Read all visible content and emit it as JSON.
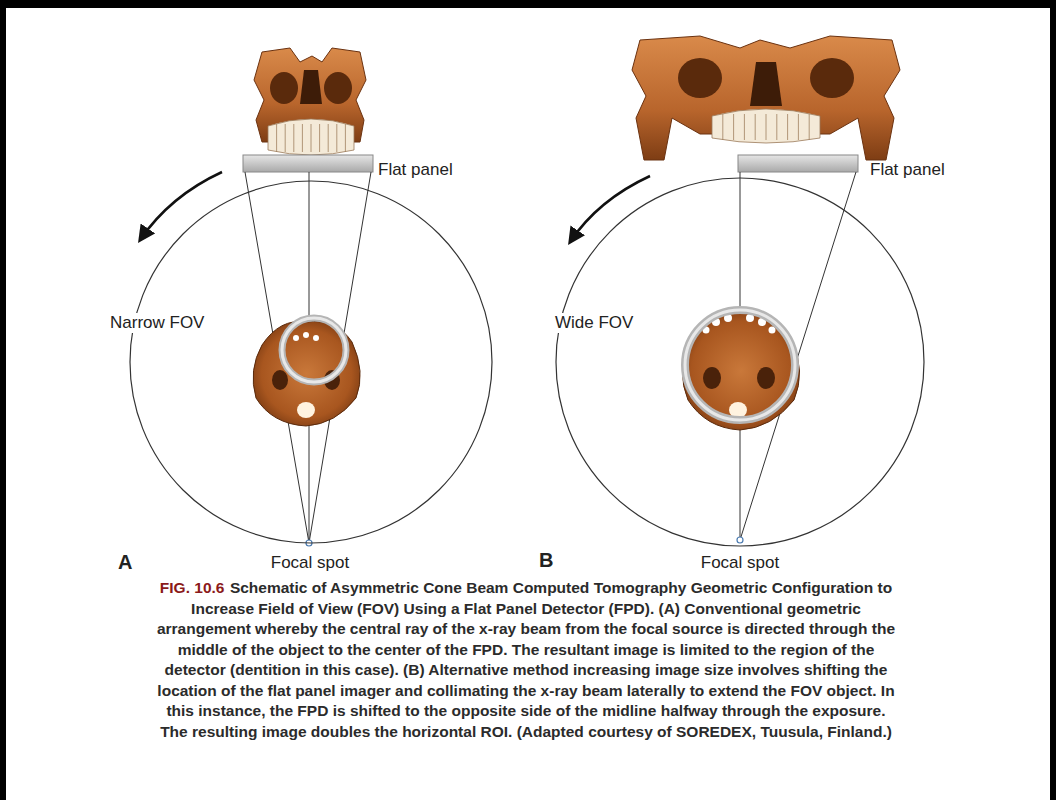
{
  "diagram": {
    "caption": "Schematic of Asymmetric Cone Beam Computed Tomography Geometric Configuration to Increase Field of View (FOV) Using a Flat Panel Detector (FPD). (A) Conventional geometric arrangement whereby the central ray of the x-ray beam from the focal source is directed through the middle of the object to the center of the FPD. The resultant image is limited to the region of the detector (dentition in this case). (B) Alternative method increasing image size involves shifting the location of the flat panel imager and collimating the x-ray beam laterally to extend the FOV object. In this instance, the FPD is shifted to the opposite side of the midline halfway through the exposure. The resulting image doubles the horizontal ROI. (Adapted courtesy of SOREDEX, Tuusula, Finland.)",
    "nodes": [
      {
        "text": [
          "Narrow FOV"
        ]
      },
      {
        "text": [
          "Wide FOV"
        ]
      }
    ],
    "labels": [
      "Flat panel",
      "Focal spot",
      "A",
      "Flat panel",
      "Focal spot",
      "B",
      "FIG. 10.6"
    ]
  }
}
